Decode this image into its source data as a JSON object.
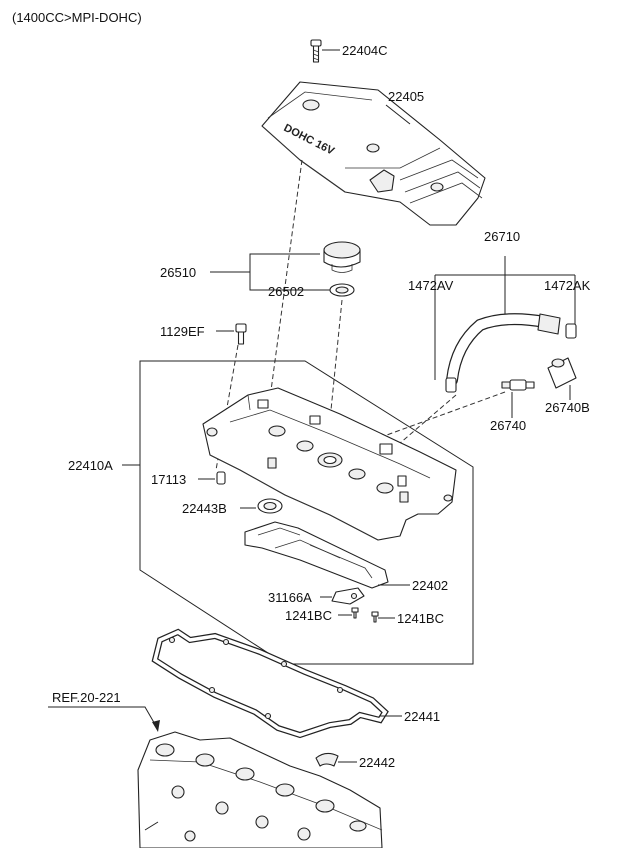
{
  "header": {
    "title": "(1400CC>MPI-DOHC)"
  },
  "callouts": {
    "c22404C": "22404C",
    "c22405": "22405",
    "c26510": "26510",
    "c26502": "26502",
    "c26710": "26710",
    "c1472AV": "1472AV",
    "c1472AK": "1472AK",
    "c1129EF": "1129EF",
    "c26740": "26740",
    "c26740B": "26740B",
    "c22410A": "22410A",
    "c17113": "17113",
    "c22443B": "22443B",
    "c22402": "22402",
    "c31166A": "31166A",
    "c1241BC_left": "1241BC",
    "c1241BC_right": "1241BC",
    "c22441": "22441",
    "c22442": "22442",
    "ref": "REF.20-221"
  },
  "cover_marking": "DOHC 16V"
}
